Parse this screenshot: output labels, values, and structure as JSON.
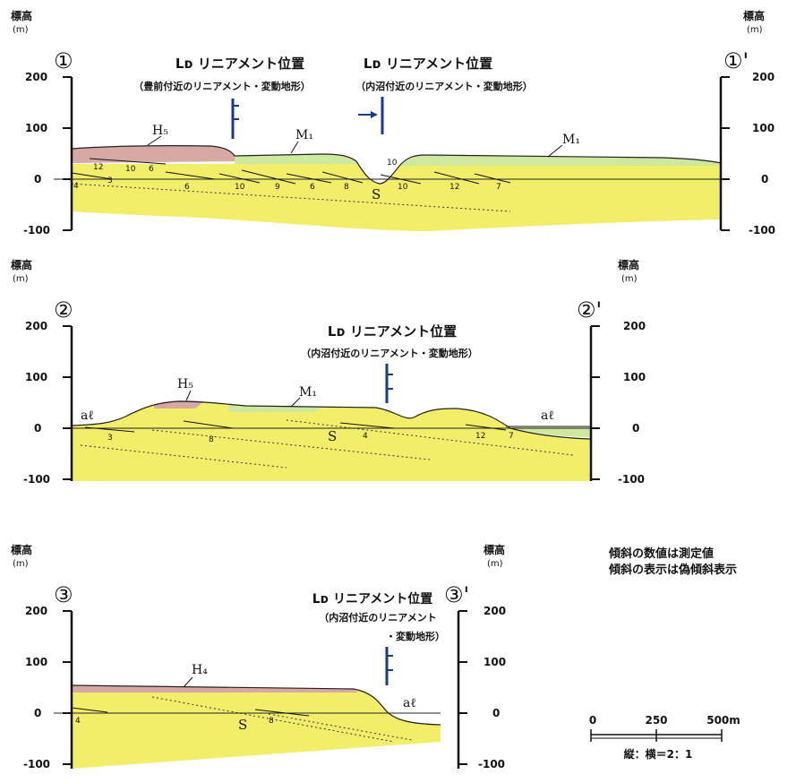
{
  "elev_label": "標高",
  "elev_unit": "(m)",
  "ticks": [
    "200",
    "100",
    "0",
    "-100"
  ],
  "section1": {
    "left_id": "①",
    "right_id": "①'",
    "lineament_a_title": "Lᴅ リニアメント位置",
    "lineament_a_sub": "（豊前付近のリニアメント・変動地形）",
    "lineament_b_title": "Lᴅ リニアメント位置",
    "lineament_b_sub": "（内沼付近のリニアメント・変動地形）",
    "unit_h": "H₅",
    "unit_m_left": "M₁",
    "unit_m_right": "M₁",
    "unit_s": "S",
    "dips": [
      "4",
      "12",
      "3",
      "10",
      "6",
      "6",
      "10",
      "9",
      "6",
      "8",
      "10",
      "10",
      "12",
      "7"
    ]
  },
  "section2": {
    "left_id": "②",
    "right_id": "②'",
    "lineament_title": "Lᴅ リニアメント位置",
    "lineament_sub": "（内沼付近のリニアメント・変動地形）",
    "unit_h": "H₅",
    "unit_m": "M₁",
    "unit_s": "S",
    "al_left": "aℓ",
    "al_right": "aℓ",
    "dips": [
      "3",
      "8",
      "4",
      "12",
      "7"
    ]
  },
  "section3": {
    "left_id": "③",
    "right_id": "③'",
    "lineament_title": "Lᴅ リニアメント位置",
    "lineament_sub1": "（内沼付近のリニアメント",
    "lineament_sub2": "・変動地形）",
    "unit_h": "H₄",
    "unit_s": "S",
    "al": "aℓ",
    "dips": [
      "4",
      "8"
    ]
  },
  "notes": {
    "line1": "傾斜の数値は測定値",
    "line2": "傾斜の表示は偽傾斜表示"
  },
  "scale": {
    "zero": "0",
    "mid": "250",
    "end": "500m",
    "ratio": "縦：横＝2：1"
  },
  "colors": {
    "bedrock": "#f2ee6a",
    "terrace_h": "#d8a8a4",
    "terrace_m": "#cfe8a0",
    "lineament": "#1a3a8c"
  }
}
